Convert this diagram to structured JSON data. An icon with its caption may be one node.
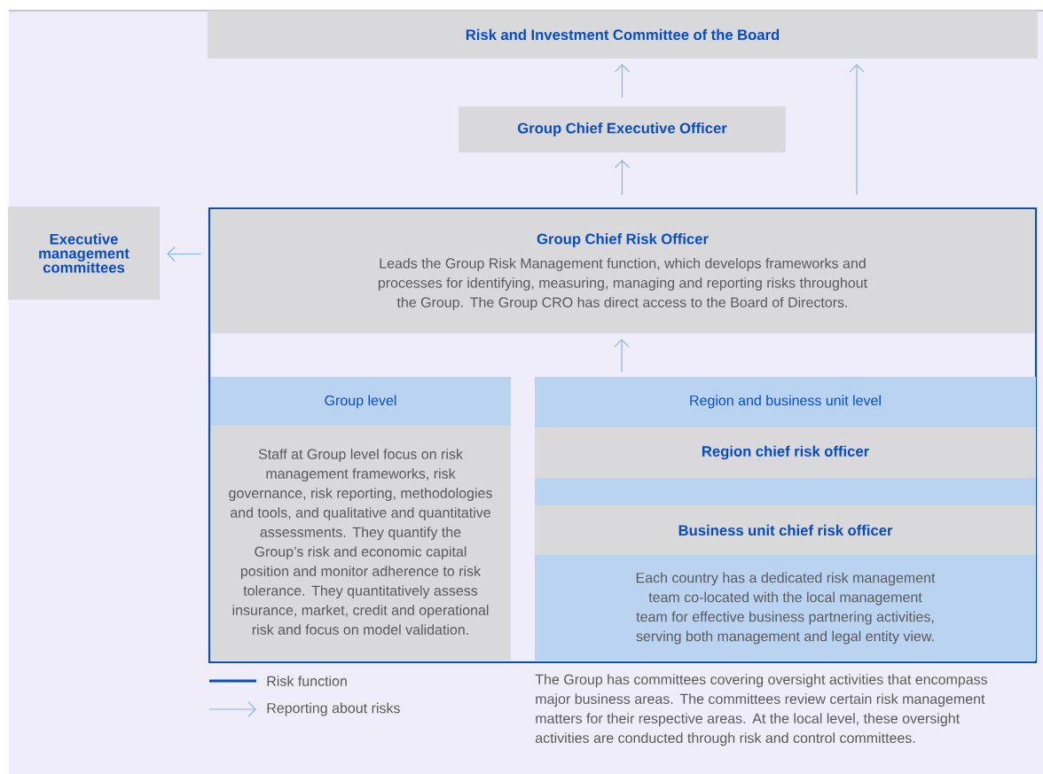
{
  "diagram": {
    "nodes": [
      {
        "text": [
          "Risk and Investment Committee of the Board"
        ]
      },
      {
        "text": [
          "Group Chief Executive Officer"
        ]
      },
      {
        "text": [
          "Executive management committees"
        ]
      },
      {
        "text": [],
        "shape": "box"
      },
      {
        "text": [
          "Group Chief Risk Officer",
          "Leads the Group Risk Management function, which develops frameworks and processes for identifying, measuring, managing and reporting risks throughout the Group. The Group CRO has direct access to the Board of Directors."
        ],
        "in": 3
      },
      {
        "text": [
          "Group level",
          "Staff at Group level focus on risk management frameworks, risk governance, risk reporting, methodologies and tools, and qualitative and quantitative assessments. They quantify the Group’s risk and economic capital position and monitor adherence to risk tolerance. They quantitatively assess insurance, market, credit and operational risk and focus on model validation."
        ],
        "in": 3
      },
      {
        "text": [
          "Region and business unit level",
          "Each country has a dedicated risk management team co-located with the local management team for effective business partnering activities, serving both management and legal entity view."
        ],
        "in": 3
      },
      {
        "text": [
          "Region chief risk officer"
        ],
        "in": 6
      },
      {
        "text": [
          "Business unit chief risk officer"
        ],
        "in": 6
      }
    ],
    "edges": [
      {
        "from": 1,
        "to": 0,
        "arrow": "to"
      },
      {
        "from": 4,
        "to": 1,
        "arrow": "to"
      },
      {
        "from": 4,
        "to": 0,
        "arrow": "to"
      },
      {
        "from": 4,
        "to": 2,
        "arrow": "to"
      },
      {
        "from": 6,
        "to": 4,
        "arrow": "to"
      }
    ],
    "labels": [
      "The Group has committees covering oversight activities that encompass major business areas. The committees review certain risk management matters for their respective areas. At the local level, these oversight activities are conducted through risk and control committees."
    ],
    "legend": [
      {
        "text": "Risk function"
      },
      {
        "text": "Reporting about risks"
      }
    ]
  }
}
